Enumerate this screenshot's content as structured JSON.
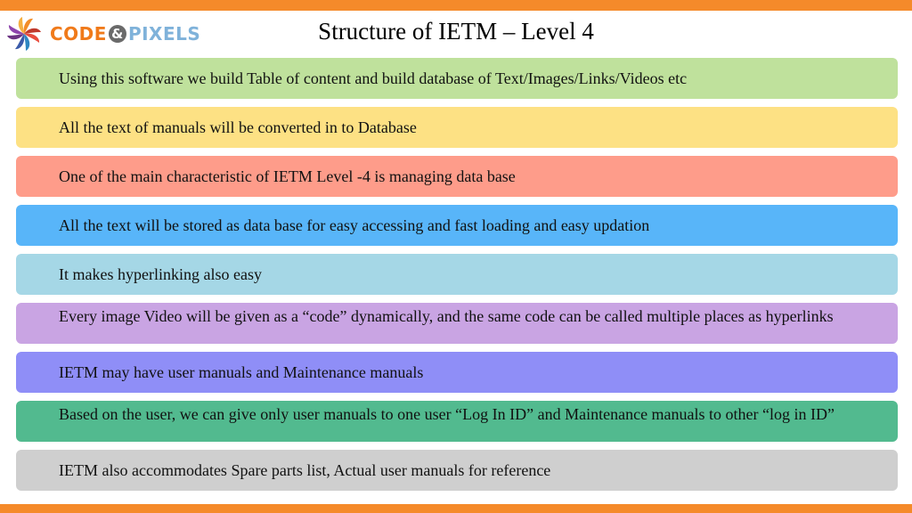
{
  "slide": {
    "title": "Structure of IETM – Level 4",
    "accent_color": "#f58a2a"
  },
  "logo": {
    "icon": "pinwheel-logo-icon",
    "word1": "CODE",
    "amp": "&",
    "word2": "PIXELS"
  },
  "items": [
    {
      "text": "Using this software we build Table of content and build database of Text/Images/Links/Videos etc",
      "color": "#bfe19c"
    },
    {
      "text": "All the text of manuals will be converted in to Database",
      "color": "#fde184"
    },
    {
      "text": "One of the main characteristic of IETM Level -4 is managing data base",
      "color": "#fe9c8a"
    },
    {
      "text": "All the text will be stored as data base for easy accessing and fast loading and easy updation",
      "color": "#58b5f9"
    },
    {
      "text": "It makes hyperlinking also easy",
      "color": "#a5d7e6"
    },
    {
      "text": "Every image Video will be given as a  “code” dynamically, and the same code can be called multiple places as hyperlinks",
      "color": "#c9a4e3"
    },
    {
      "text": "IETM may have user manuals and Maintenance manuals",
      "color": "#8f8ef7"
    },
    {
      "text": "Based on the user, we can give only user manuals to one user  “Log In ID” and Maintenance manuals to other “log in ID”",
      "color": "#52ba8f"
    },
    {
      "text": "IETM also accommodates Spare parts list, Actual user manuals for reference",
      "color": "#cfcfcf"
    }
  ]
}
